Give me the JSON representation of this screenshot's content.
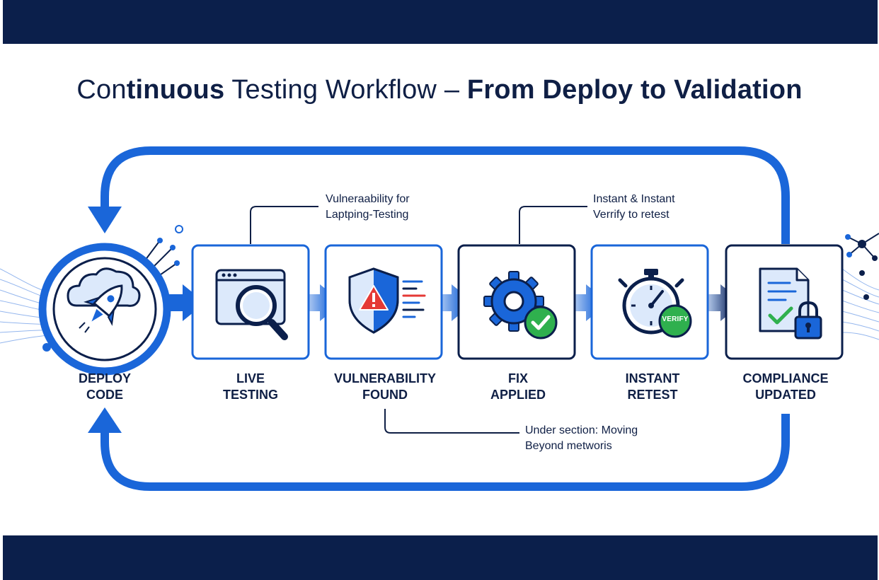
{
  "title": {
    "part1": "Con",
    "part2": "tinuous",
    "part3": " Testing Workflow – ",
    "part4": "From Deploy to Validation"
  },
  "steps": [
    {
      "line1": "DEPLOY",
      "line2": "CODE",
      "icon": "cloud-rocket-icon"
    },
    {
      "line1": "LIVE",
      "line2": "TESTING",
      "icon": "browser-magnifier-icon"
    },
    {
      "line1": "VULNERABILITY",
      "line2": "FOUND",
      "icon": "shield-warning-icon"
    },
    {
      "line1": "FIX",
      "line2": "APPLIED",
      "icon": "gear-check-icon"
    },
    {
      "line1": "INSTANT",
      "line2": "RETEST",
      "icon": "stopwatch-verify-icon",
      "badge": "VERIFY"
    },
    {
      "line1": "COMPLIANCE",
      "line2": "UPDATED",
      "icon": "document-lock-icon"
    }
  ],
  "callouts": {
    "a": {
      "line1": "Vulneraability for",
      "line2": "Laptping-Testing"
    },
    "b": {
      "line1": "Instant & Instant",
      "line2": "Verrify to retest"
    },
    "c": {
      "line1": "Under section: Moving",
      "line2": "Beyond metworis"
    }
  },
  "colors": {
    "navy": "#0b1f4b",
    "blue": "#1a66d9",
    "dark": "#0f1f45",
    "light_blue": "#dce9fb",
    "green": "#2fb04e",
    "red": "#e53935"
  }
}
